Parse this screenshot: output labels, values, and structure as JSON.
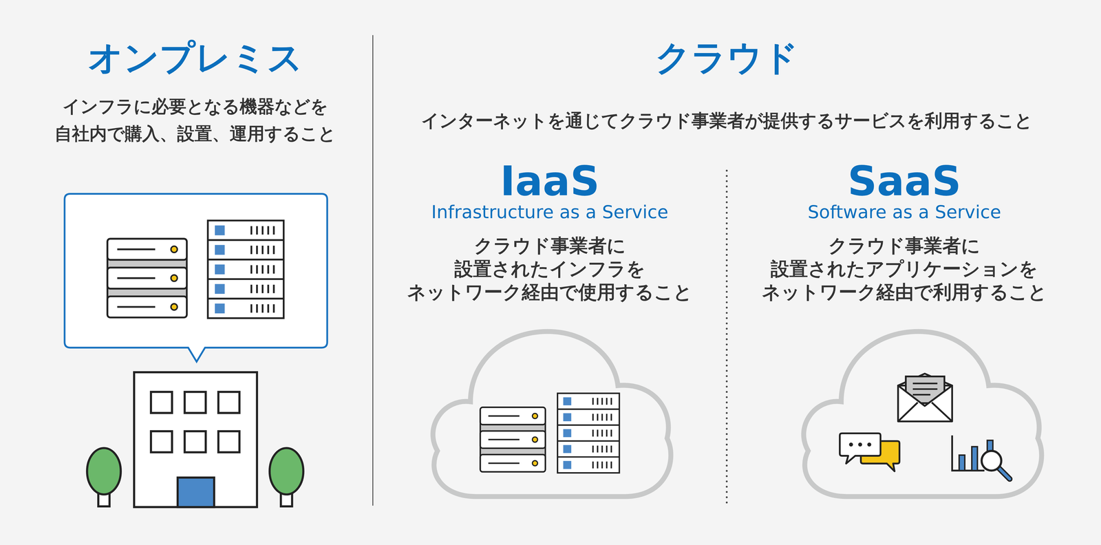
{
  "diagram": {
    "labels": [
      "オンプレミス",
      "インフラに必要となる機器などを 自社内で購入、設置、運用すること",
      "クラウド",
      "インターネットを通じてクラウド事業者が提供するサービスを利用すること",
      "IaaS",
      "Infrastructure as a Service",
      "クラウド事業者に 設置されたインフラを ネットワーク経由で使用すること",
      "SaaS",
      "Software as a Service",
      "クラウド事業者に 設置されたアプリケーションを ネットワーク経由で利用すること"
    ]
  }
}
